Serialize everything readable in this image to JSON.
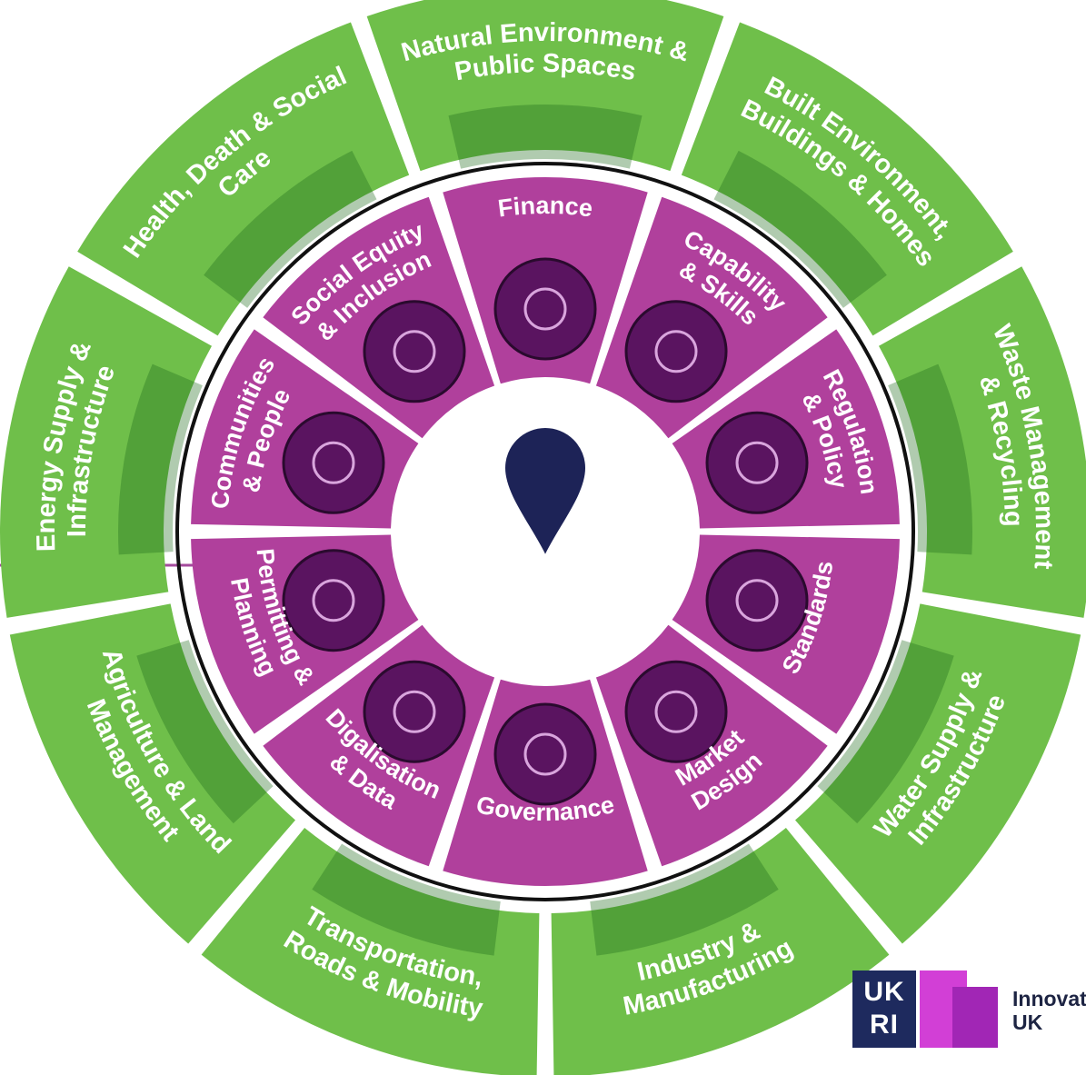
{
  "outer_segments": [
    {
      "id": "natural",
      "lines": [
        "Natural Environment &",
        "Public Spaces"
      ],
      "icon": "trees-icon"
    },
    {
      "id": "built",
      "lines": [
        "Built Environment,",
        "Buildings & Homes"
      ],
      "icon": "buildings-icon"
    },
    {
      "id": "waste",
      "lines": [
        "Waste Management",
        "& Recycling"
      ],
      "icon": "recycling-truck-icon"
    },
    {
      "id": "water",
      "lines": [
        "Water Supply &",
        "Infrastructure"
      ],
      "icon": "pipes-icon"
    },
    {
      "id": "industry",
      "lines": [
        "Industry &",
        "Manufacturing"
      ],
      "icon": "factory-icon"
    },
    {
      "id": "transport",
      "lines": [
        "Transportation,",
        "Roads & Mobility"
      ],
      "icon": "vehicles-icon"
    },
    {
      "id": "agriculture",
      "lines": [
        "Agriculture & Land",
        "Management"
      ],
      "icon": "tractor-icon"
    },
    {
      "id": "energy",
      "lines": [
        "Energy Supply &",
        "Infrastructure"
      ],
      "icon": "wind-turbine-icon"
    },
    {
      "id": "health",
      "lines": [
        "Health, Death & Social",
        "Care"
      ],
      "icon": "hospital-icon"
    }
  ],
  "inner_segments": [
    {
      "id": "finance",
      "lines": [
        "Finance"
      ],
      "icon": "banknote-icon"
    },
    {
      "id": "capability",
      "lines": [
        "Capability",
        "& Skills"
      ],
      "icon": "tools-icon"
    },
    {
      "id": "regulation",
      "lines": [
        "Regulation",
        "& Policy"
      ],
      "icon": "gavel-document-icon"
    },
    {
      "id": "standards",
      "lines": [
        "Standards"
      ],
      "icon": "checklist-icon"
    },
    {
      "id": "market",
      "lines": [
        "Market",
        "Design"
      ],
      "icon": "data-chart-icon"
    },
    {
      "id": "governance",
      "lines": [
        "Governance"
      ],
      "icon": "government-building-icon"
    },
    {
      "id": "digitalisation",
      "lines": [
        "Digalisation",
        "& Data"
      ],
      "icon": "circuit-building-icon"
    },
    {
      "id": "permitting",
      "lines": [
        "Permitting &",
        "Planning"
      ],
      "icon": "map-plan-icon"
    },
    {
      "id": "communities",
      "lines": [
        "Communities",
        "& People"
      ],
      "icon": "smiley-icon"
    },
    {
      "id": "social",
      "lines": [
        "Social Equity",
        "& Inclusion"
      ],
      "icon": "wheelchair-icon"
    }
  ],
  "center": {
    "icon": "location-pin-icon"
  },
  "colors": {
    "green": "#6fbf4a",
    "green_dark": "#1e6a1a",
    "purple": "#b0409c",
    "purple_dark": "#5a1460",
    "navy": "#1d2357"
  },
  "logo": {
    "box_line1": "UK",
    "box_line2": "RI",
    "text_line1": "Innovat",
    "text_line2": "UK"
  }
}
